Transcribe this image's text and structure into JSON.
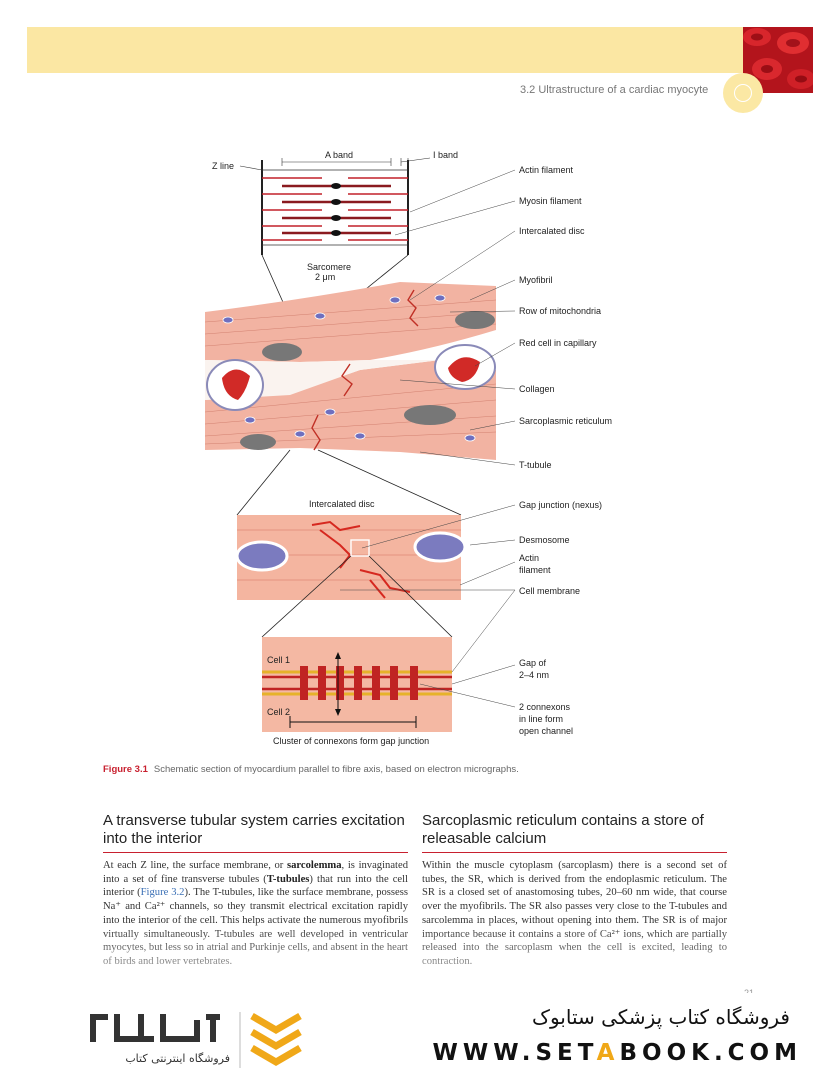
{
  "header": {
    "running_head": "3.2  Ultrastructure of a cardiac myocyte"
  },
  "figure": {
    "labels": {
      "z_line": "Z line",
      "a_band": "A band",
      "i_band": "I band",
      "sarcomere": "Sarcomere",
      "sarcomere_size": "2 μm",
      "actin": "Actin filament",
      "myosin": "Myosin filament",
      "intercalated_disc": "Intercalated disc",
      "myofibril": "Myofibril",
      "mitochondria": "Row of mitochondria",
      "red_cell": "Red cell in capillary",
      "collagen": "Collagen",
      "sr": "Sarcoplasmic reticulum",
      "t_tubule": "T-tubule",
      "intercalated_disc_2": "Intercalated disc",
      "gap_junction": "Gap junction (nexus)",
      "desmosome": "Desmosome",
      "actin_1": "Actin",
      "actin_2": "filament",
      "cell_membrane": "Cell membrane",
      "gap_1": "Gap of",
      "gap_2": "2–4 nm",
      "connexon_1": "2 connexons",
      "connexon_2": "in line form",
      "connexon_3": "open channel",
      "cell1": "Cell 1",
      "cell2": "Cell 2",
      "cluster": "Cluster of connexons form gap junction"
    },
    "caption_num": "Figure 3.1",
    "caption_text": "Schematic section of myocardium parallel to fibre axis, based on electron micrographs."
  },
  "left_section": {
    "heading": "A transverse tubular system carries excitation into the interior",
    "p1": "At each Z line, the surface membrane, or ",
    "term1": "sarcolemma",
    "p2": ", is invaginated into a set of fine transverse tubules (",
    "term2": "T-tubules",
    "p3": ") that run into the cell interior (",
    "link": "Figure 3.2",
    "p4": "). The T-tubules, like the surface membrane, possess Na⁺ and Ca²⁺ channels, so they transmit electrical excitation rapidly into the interior of the cell. This helps activate the numerous myofibrils virtually simultaneously. T-tubules are well developed in ventricular myocytes, but less so in atrial and Purkinje cells, and absent in the heart of birds and lower vertebrates."
  },
  "right_section": {
    "heading": "Sarcoplasmic reticulum contains a store of releasable calcium",
    "body": "Within the muscle cytoplasm (sarcoplasm) there is a second set of tubes, the SR, which is derived from the endoplasmic reticulum. The SR is a closed set of anastomosing tubes, 20–60 nm wide, that course over the myofibrils. The SR also passes very close to the T-tubules and sarcolemma in places, without opening into them. The SR is of major importance because it contains a store of Ca²⁺ ions, which are partially released into the sarcoplasm when the cell is excited, leading to contraction."
  },
  "page_number": "21",
  "banner": {
    "store_title": "فروشگاه کتاب پزشکی ستابوک",
    "url_part1": "WWW.SET",
    "url_accent": "A",
    "url_part2": "BOOK.COM",
    "logo_caption": "فروشگاه اینترنتی کتاب"
  },
  "colors": {
    "accent_red": "#c8202f",
    "band_yellow": "#fbe7a3",
    "tissue_pink": "#f2b9a6"
  }
}
